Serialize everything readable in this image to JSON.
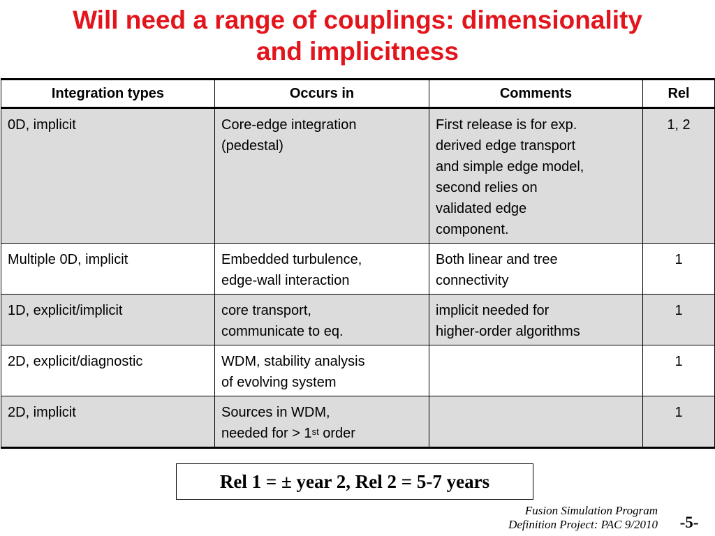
{
  "slide": {
    "title_line1": "Will need a range of couplings: dimensionality",
    "title_line2": "and implicitness"
  },
  "table": {
    "headers": [
      "Integration types",
      "Occurs in",
      "Comments",
      "Rel"
    ],
    "rows": [
      {
        "type": "0D, implicit",
        "occurs": [
          "Core-edge integration",
          "(pedestal)"
        ],
        "comments": [
          "First release is for exp.",
          "derived edge transport",
          "and simple edge model,",
          "second relies on",
          "validated edge",
          "component."
        ],
        "rel": "1, 2"
      },
      {
        "type": "Multiple 0D, implicit",
        "occurs": [
          "Embedded turbulence,",
          "edge-wall interaction"
        ],
        "comments": [
          "Both linear and tree",
          "connectivity"
        ],
        "rel": "1"
      },
      {
        "type": "1D, explicit/implicit",
        "occurs": [
          "core transport,",
          "communicate to eq."
        ],
        "comments": [
          "implicit needed for",
          "higher-order algorithms"
        ],
        "rel": "1"
      },
      {
        "type": "2D, explicit/diagnostic",
        "occurs": [
          "WDM, stability analysis",
          "of evolving system"
        ],
        "comments": [],
        "rel": "1"
      },
      {
        "type": "2D, implicit",
        "occurs_line1": "Sources in WDM,",
        "occurs_line2_pre": "needed for > 1",
        "occurs_line2_sup": "st",
        "occurs_line2_post": " order",
        "comments": [],
        "rel": "1"
      }
    ]
  },
  "note": "Rel 1 = ± year 2, Rel 2 = 5-7 years",
  "footer": {
    "line1": "Fusion Simulation Program",
    "line2": "Definition Project: PAC 9/2010",
    "page": "-5-"
  }
}
